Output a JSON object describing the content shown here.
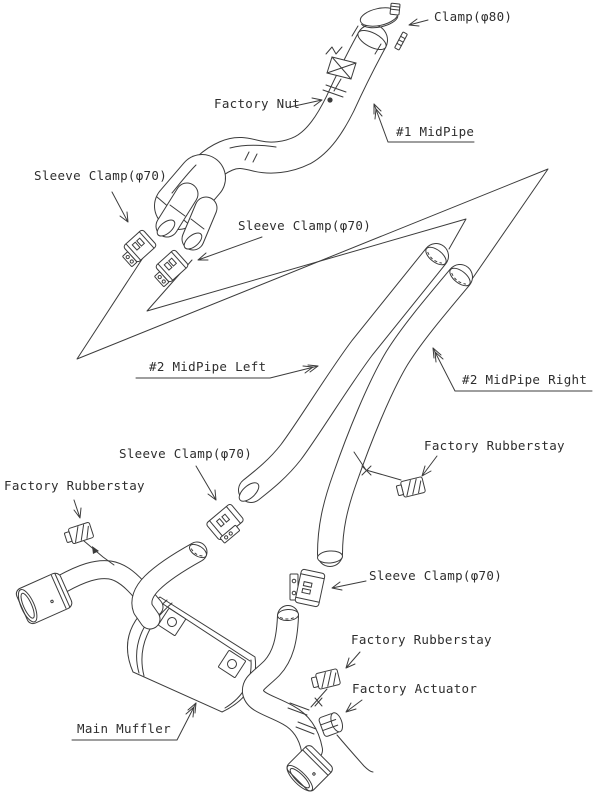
{
  "diagram": {
    "title": "Exhaust system parts diagram",
    "colors": {
      "line": "#3c3c3c",
      "background": "#ffffff",
      "text": "#2e2e2e"
    },
    "labels": {
      "clamp80": "Clamp(φ80)",
      "factory_nut": "Factory Nut",
      "midpipe1": "#1 MidPipe",
      "sleeve_clamp_top_left": "Sleeve Clamp(φ70)",
      "sleeve_clamp_top_mid": "Sleeve Clamp(φ70)",
      "midpipe2_left": "#2 MidPipe Left",
      "midpipe2_right": "#2 MidPipe Right",
      "sleeve_clamp_mid": "Sleeve Clamp(φ70)",
      "factory_rubberstay_right": "Factory Rubberstay",
      "factory_rubberstay_left": "Factory Rubberstay",
      "sleeve_clamp_lower": "Sleeve Clamp(φ70)",
      "factory_rubberstay_bottom": "Factory Rubberstay",
      "factory_actuator": "Factory Actuator",
      "main_muffler": "Main Muffler"
    }
  }
}
